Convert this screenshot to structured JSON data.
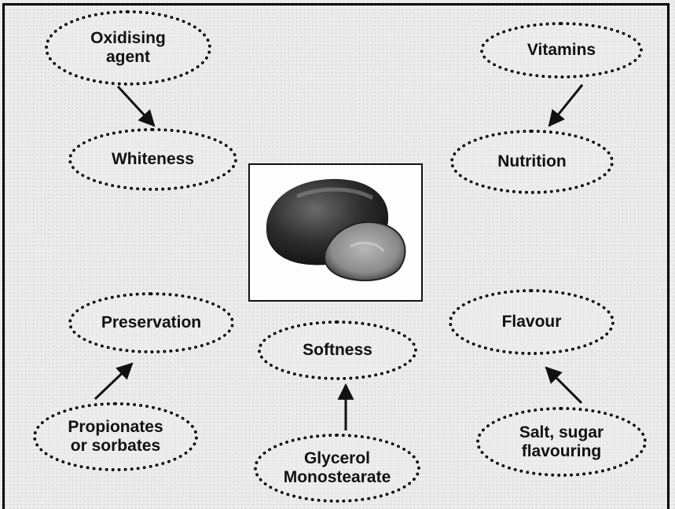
{
  "nodes": {
    "oxidising_agent": "Oxidising\nagent",
    "whiteness": "Whiteness",
    "vitamins": "Vitamins",
    "nutrition": "Nutrition",
    "preservation": "Preservation",
    "softness": "Softness",
    "flavour": "Flavour",
    "propionates": "Propionates\nor sorbates",
    "glycerol": "Glycerol\nMonostearate",
    "salt_sugar": "Salt, sugar\nflavouring"
  },
  "image": {
    "subject": "loaf-of-bread"
  }
}
